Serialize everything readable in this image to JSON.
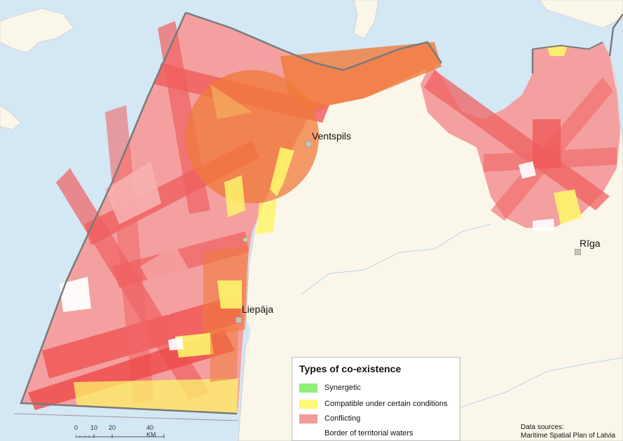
{
  "map": {
    "cities": {
      "ventspils": "Ventspils",
      "liepaja": "Liepāja",
      "riga": "Rīga"
    },
    "legend": {
      "title": "Types of co-existence",
      "items": [
        {
          "label": "Synergetic",
          "color": "#90ee7a"
        },
        {
          "label": "Compatible under certain conditions",
          "color": "#fdfa7a"
        },
        {
          "label": "Conflicting",
          "color": "#f39a9a"
        },
        {
          "label": "Border of territorial waters",
          "color": "#ffffff"
        }
      ]
    },
    "scale": {
      "ticks": [
        "0",
        "10",
        "20",
        "40 KM"
      ]
    },
    "sources": {
      "line1": "Data sources:",
      "line2": "Maritime Spatial Plan of Latvia"
    },
    "colors": {
      "sea": "#d4e7f5",
      "land": "#fbf6ea",
      "conflict": "#f26b6b",
      "conflict_light": "#f4a0a0",
      "orange": "#f07a3a",
      "yellow": "#fdf56a",
      "border": "#7a7a7a"
    }
  }
}
